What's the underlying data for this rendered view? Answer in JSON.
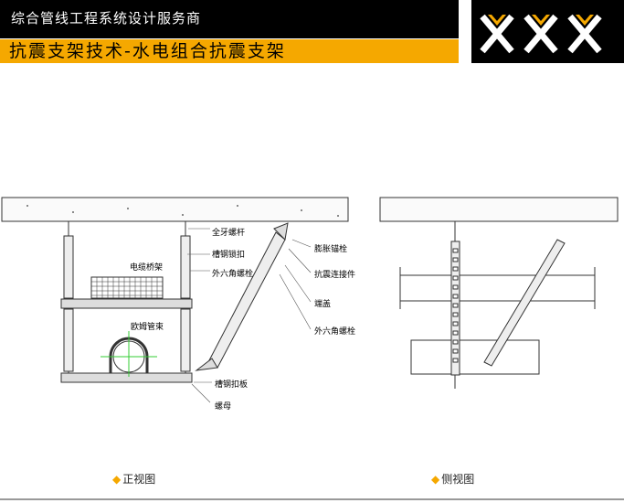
{
  "header": {
    "company": "综合管线工程系统设计服务商",
    "title": "抗震支架技术-水电组合抗震支架",
    "logo_text": "XXX"
  },
  "front_view": {
    "caption": "正视图",
    "labels": {
      "rod": "全牙螺杆",
      "lock": "槽钢锁扣",
      "bolt1": "外六角螺栓",
      "tray": "电缆桥架",
      "pipe_clamp": "欧姆管束",
      "anchor": "膨胀锚栓",
      "connector": "抗震连接件",
      "end_cap": "端盖",
      "bolt2": "外六角螺栓",
      "plate": "槽钢扣板",
      "nut": "螺母"
    }
  },
  "side_view": {
    "caption": "侧视图"
  },
  "colors": {
    "accent": "#f5a800"
  }
}
